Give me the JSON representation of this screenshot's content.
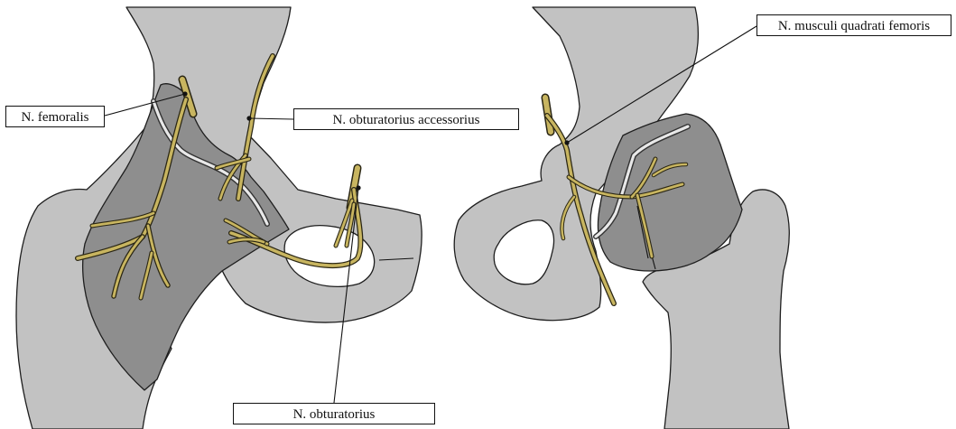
{
  "labels": {
    "femoralis": "N. femoralis",
    "obturatorius_accessorius": "N. obturatorius accessorius",
    "obturatorius": "N. obturatorius",
    "musculi_quadrati_femoris": "N. musculi quadrati femoris"
  },
  "colors": {
    "bone": "#c2c2c2",
    "capsule": "#8e8e8e",
    "nerve": "#c8b560",
    "outline": "#1e1e1e",
    "background": "#ffffff"
  }
}
